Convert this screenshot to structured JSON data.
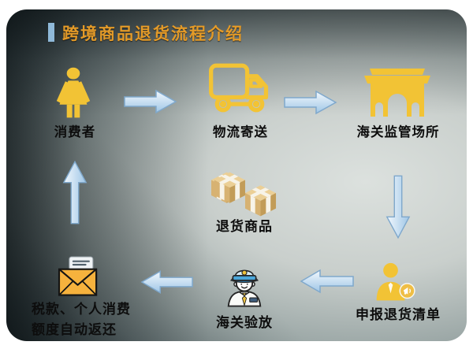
{
  "title": {
    "text": "跨境商品退货流程介绍"
  },
  "nodes": {
    "consumer": {
      "label": "消费者",
      "icon": "woman-icon"
    },
    "logistics": {
      "label": "物流寄送",
      "icon": "delivery-truck-icon"
    },
    "customs_site": {
      "label": "海关监管场所",
      "icon": "customs-gate-icon"
    },
    "returned_goods": {
      "label": "退货商品",
      "icon": "parcel-boxes-icon"
    },
    "declare_list": {
      "label": "申报退货清单",
      "icon": "person-announce-icon"
    },
    "customs_release": {
      "label": "海关验放",
      "icon": "customs-officer-icon"
    },
    "refund": {
      "lines": [
        "税款、个人消费",
        "额度自动返还"
      ],
      "icon": "envelope-icon"
    }
  },
  "arrows": [
    {
      "from": "消费者",
      "to": "物流寄送",
      "direction": "right"
    },
    {
      "from": "物流寄送",
      "to": "海关监管场所",
      "direction": "right"
    },
    {
      "from": "海关监管场所",
      "to": "申报退货清单",
      "direction": "down"
    },
    {
      "from": "申报退货清单",
      "to": "海关验放",
      "direction": "left"
    },
    {
      "from": "海关验放",
      "to": "税款、个人消费额度自动返还",
      "direction": "left"
    },
    {
      "from": "税款、个人消费额度自动返还",
      "to": "消费者",
      "direction": "up"
    }
  ],
  "colors": {
    "title_text": "#E39A28",
    "title_bar": "#8FB9D9",
    "icon_yellow": "#F2C335",
    "label_text": "#0D0D0D",
    "arrow_light": "#F2F8FD",
    "arrow_dark": "#9FC6E6",
    "arrow_border": "#7FA8CC",
    "panel_dark": "#1A2326",
    "panel_light": "#DCE1DE",
    "box_tan": "#D7B272",
    "officer_cap_blue": "#4AA7DB",
    "envelope_orange": "#F6B23D"
  }
}
